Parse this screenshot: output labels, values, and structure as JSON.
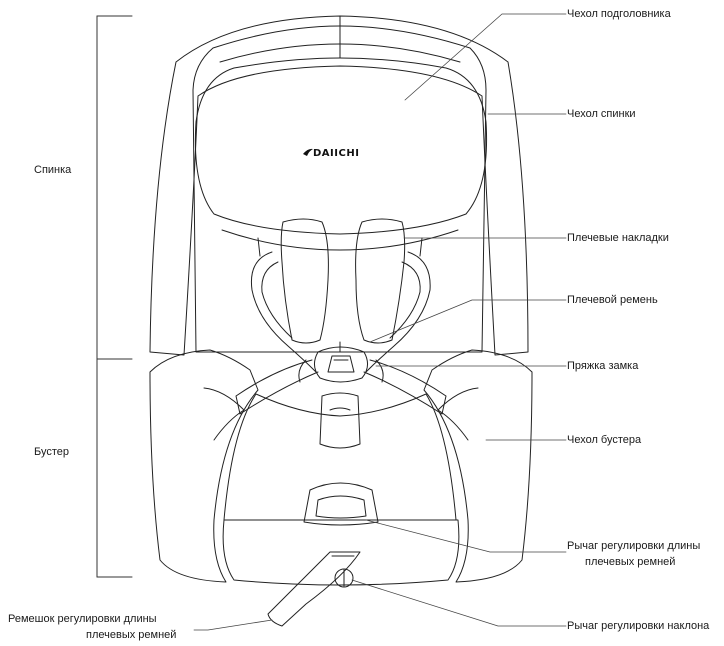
{
  "brand": "DAIICHI",
  "labels": {
    "headrest_cover": "Чехол подголовника",
    "back_cover": "Чехол спинки",
    "shoulder_pads": "Плечевые накладки",
    "shoulder_belt": "Плечевой ремень",
    "buckle": "Пряжка замка",
    "booster_cover": "Чехол бустера",
    "strap_lever_line1": "Рычаг регулировки длины",
    "strap_lever_line2": "плечевых ремней",
    "recline_lever": "Рычаг регулировки наклона",
    "adjust_strap_line1": "Ремешок регулировки длины",
    "adjust_strap_line2": "плечевых ремней",
    "backrest": "Спинка",
    "booster": "Бустер"
  }
}
